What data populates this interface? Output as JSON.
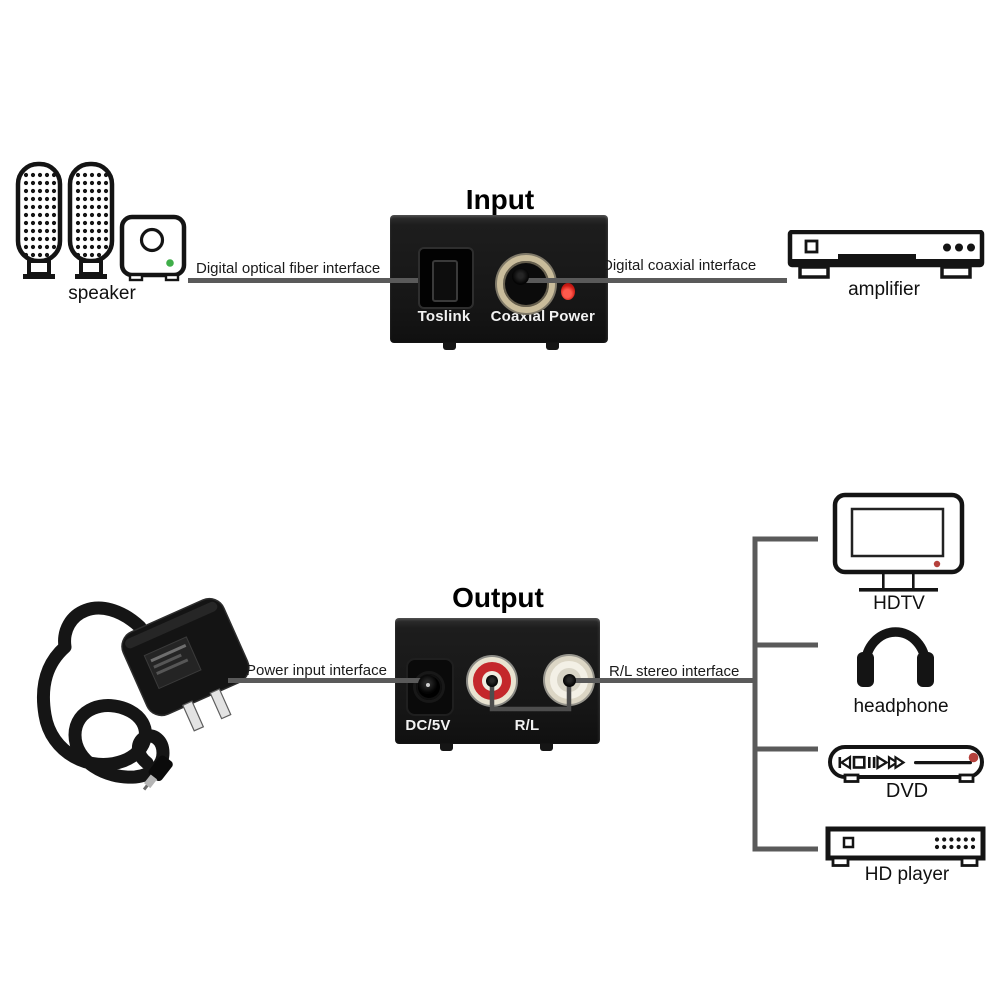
{
  "input": {
    "title": "Input",
    "left_device": "speaker",
    "right_device": "amplifier",
    "optical_label": "Digital optical fiber interface",
    "coaxial_label": "Digital coaxial interface",
    "ports": {
      "toslink": "Toslink",
      "coaxial": "Coaxial",
      "power": "Power"
    }
  },
  "output": {
    "title": "Output",
    "power_label": "Power input interface",
    "stereo_label": "R/L stereo interface",
    "ports": {
      "dc": "DC/5V",
      "rl": "R/L"
    },
    "devices": [
      {
        "label": "HDTV"
      },
      {
        "label": "headphone"
      },
      {
        "label": "DVD"
      },
      {
        "label": "HD player"
      }
    ]
  },
  "colors": {
    "connector_line": "#5a5a5a",
    "device_outline": "#141414",
    "converter_body": "#1b1b1b",
    "power_led_red": "#d42020",
    "standby_green": "#3fae49",
    "coaxial_gold": "#c9bc9b",
    "rca_red": "#c4272b",
    "rca_white": "#f3f0e6",
    "indicator_red": "#b5413c"
  },
  "icons": [
    "speaker-icon",
    "subwoofer-icon",
    "power-adapter-icon",
    "amplifier-icon",
    "hdtv-icon",
    "headphone-icon",
    "dvd-player-icon",
    "hd-player-icon",
    "toslink-port",
    "coaxial-port",
    "power-led",
    "dc-jack",
    "rca-jack-red",
    "rca-jack-white"
  ]
}
